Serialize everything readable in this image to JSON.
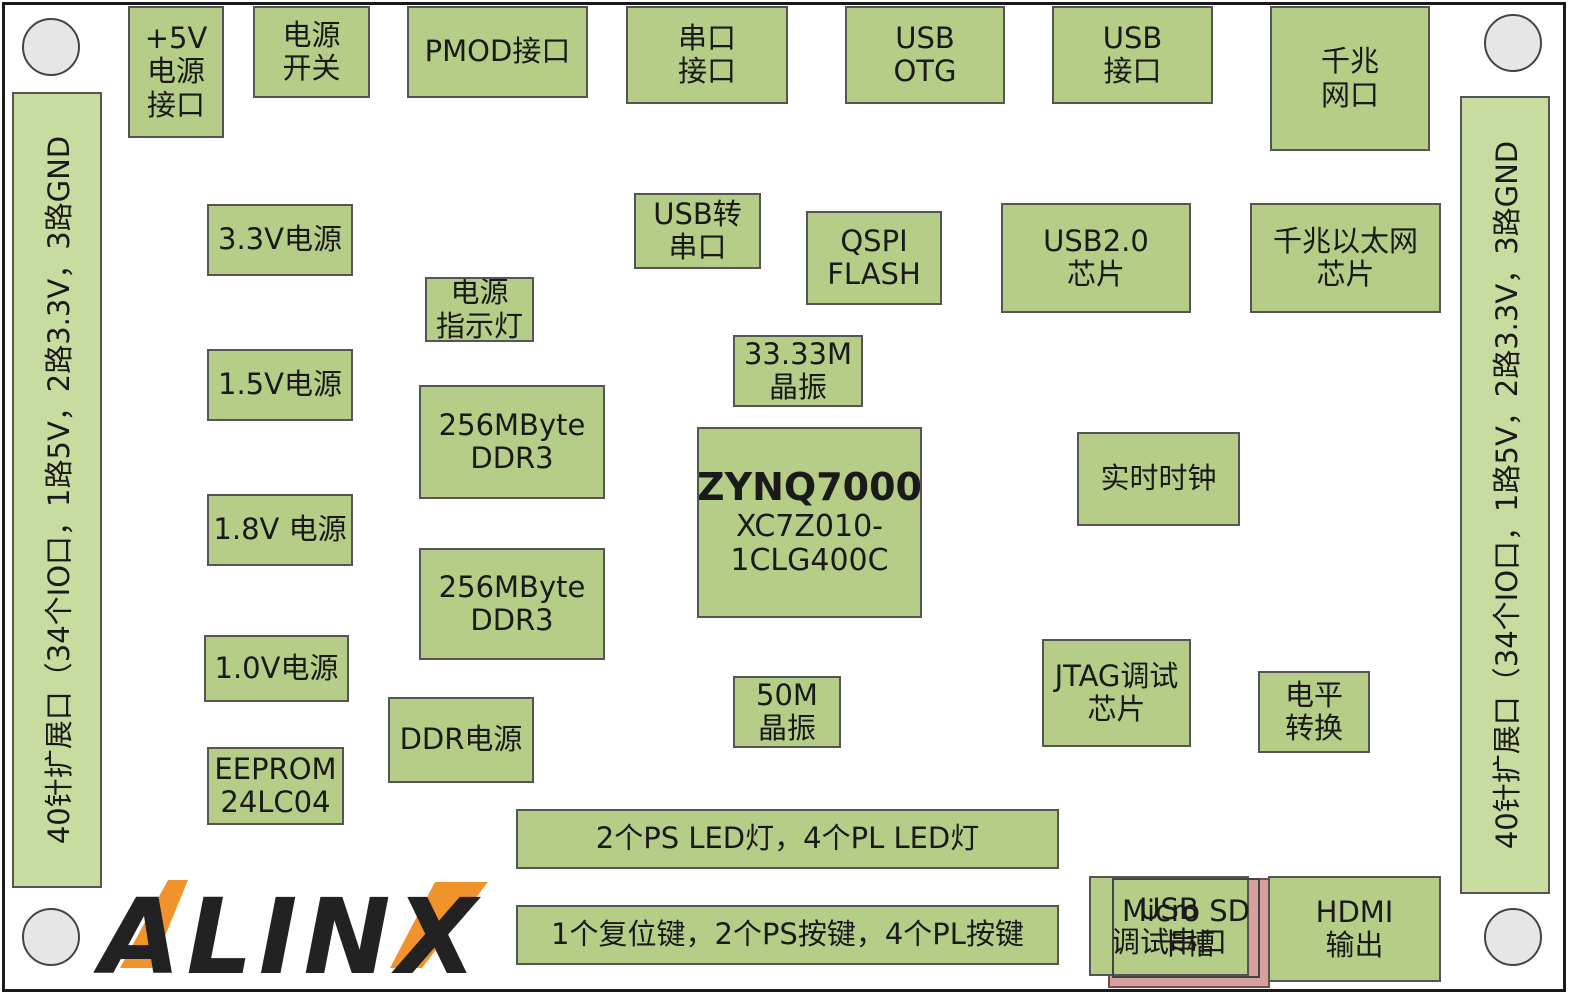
{
  "colors": {
    "block": "#b5cd87",
    "side_strip": "#c9dca0",
    "logo_orange": "#f0932b",
    "logo_dark": "#222222"
  },
  "top": {
    "power5v": "+5V\n电源\n接口",
    "power_switch": "电源\n开关",
    "pmod": "PMOD接口",
    "serial": "串口\n接口",
    "usb_otg": "USB\nOTG",
    "usb_port": "USB\n接口",
    "gige_port": "千兆\n网口"
  },
  "left": {
    "v33": "3.3V电源",
    "v15": "1.5V电源",
    "v18": "1.8V 电源",
    "v10": "1.0V电源",
    "eeprom": "EEPROM\n24LC04"
  },
  "center": {
    "power_led": "电源\n指示灯",
    "ddr3_a": "256MByte\nDDR3",
    "ddr3_b": "256MByte\nDDR3",
    "ddr_power": "DDR电源",
    "usb_uart": "USB转\n串口",
    "qspi": "QSPI\nFLASH",
    "osc33": "33.33M\n晶振",
    "osc50": "50M\n晶振",
    "zynq_title": "ZYNQ7000",
    "zynq_part": "XC7Z010-\n1CLG400C"
  },
  "right": {
    "usb20": "USB2.0\n芯片",
    "gige_chip": "千兆以太网\n芯片",
    "rtc": "实时时钟",
    "jtag": "JTAG调试\n芯片",
    "level": "电平\n转换"
  },
  "bottom": {
    "leds": "2个PS LED灯，4个PL LED灯",
    "keys": "1个复位键，2个PS按键，4个PL按键",
    "usb_debug": "USB\n调试串口",
    "microsd": "Micro SD\n卡槽",
    "hdmi": "HDMI\n输出"
  },
  "expansion": {
    "left": "40针扩展口（34个IO口，1路5V，2路3.3V，3路GND",
    "right": "40针扩展口（34个IO口，1路5V，2路3.3V，3路GND"
  },
  "logo": {
    "text": "ALINX"
  }
}
